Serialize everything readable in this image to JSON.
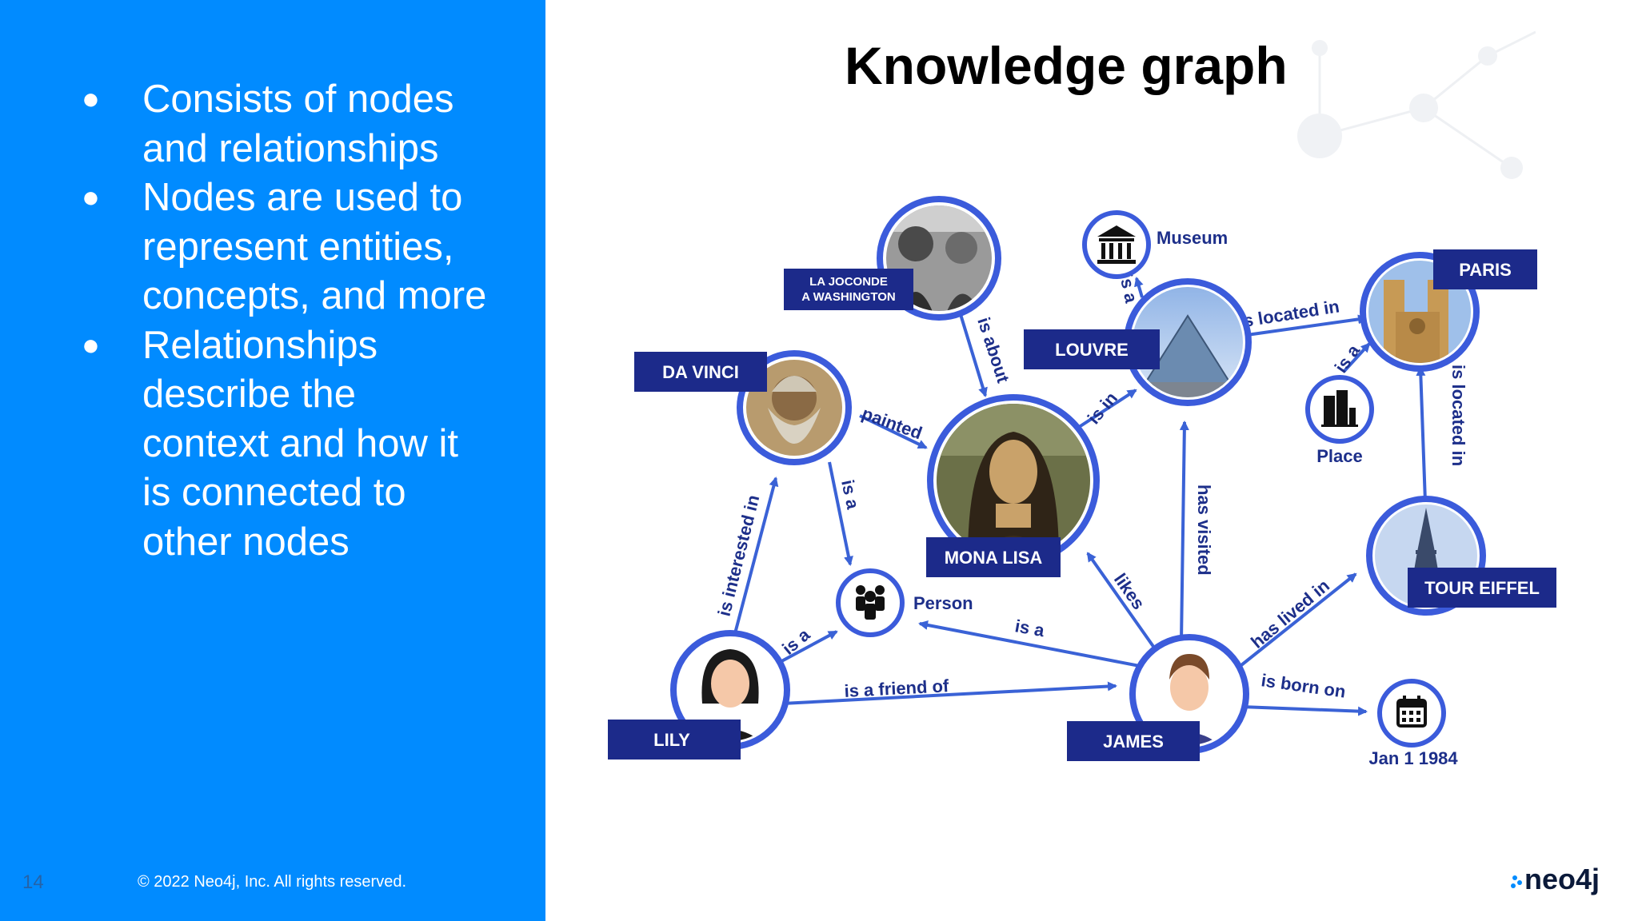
{
  "slide": {
    "title": "Knowledge graph",
    "number": "14",
    "copyright": "© 2022 Neo4j, Inc. All rights reserved.",
    "logo_text": "neo4j",
    "bullets": [
      {
        "lines": [
          "Consists of nodes",
          "and relationships"
        ]
      },
      {
        "lines": [
          "Nodes are used to",
          "represent entities,",
          "concepts, and more"
        ]
      },
      {
        "lines": [
          "Relationships",
          "describe the",
          "context and how it",
          "is connected to",
          "other nodes"
        ]
      }
    ],
    "bullet_char": "●"
  },
  "colors": {
    "panel_blue": "#018bff",
    "node_navy": "#1c2a8a",
    "ring_blue": "#3b5bdb",
    "arrow_blue": "#3a62d6",
    "text_navy": "#1d2f8a"
  },
  "graph": {
    "nodes": {
      "da_vinci": {
        "label": "DA VINCI",
        "icon": "portrait-icon"
      },
      "la_joconde": {
        "label_line1": "LA JOCONDE",
        "label_line2": "A WASHINGTON",
        "icon": "photo-icon"
      },
      "museum": {
        "label": "Museum",
        "icon": "museum-icon"
      },
      "louvre": {
        "label": "LOUVRE",
        "icon": "pyramid-icon"
      },
      "paris": {
        "label": "PARIS",
        "icon": "cathedral-icon"
      },
      "place": {
        "label": "Place",
        "icon": "building-icon"
      },
      "mona_lisa": {
        "label": "MONA LISA",
        "icon": "painting-icon"
      },
      "person": {
        "label": "Person",
        "icon": "people-icon"
      },
      "tour_eiffel": {
        "label": "TOUR EIFFEL",
        "icon": "tower-icon"
      },
      "lily": {
        "label": "LILY",
        "icon": "woman-avatar-icon"
      },
      "james": {
        "label": "JAMES",
        "icon": "man-avatar-icon"
      },
      "date": {
        "label": "Jan 1 1984",
        "icon": "calendar-icon"
      }
    },
    "edges": {
      "painted": "painted",
      "is_about": "is about",
      "museum_is_a": "is a",
      "is_in": "is in",
      "is_located_in_paris": "is located in",
      "paris_is_a": "is a",
      "eiffel_is_located_in": "is located in",
      "davinci_is_a": "is a",
      "lily_is_interested_in": "is interested in",
      "lily_is_a": "is a",
      "james_is_a": "is a",
      "likes": "likes",
      "has_visited": "has visited",
      "has_lived_in": "has lived in",
      "is_born_on": "is born on",
      "is_a_friend_of": "is a friend of"
    }
  }
}
